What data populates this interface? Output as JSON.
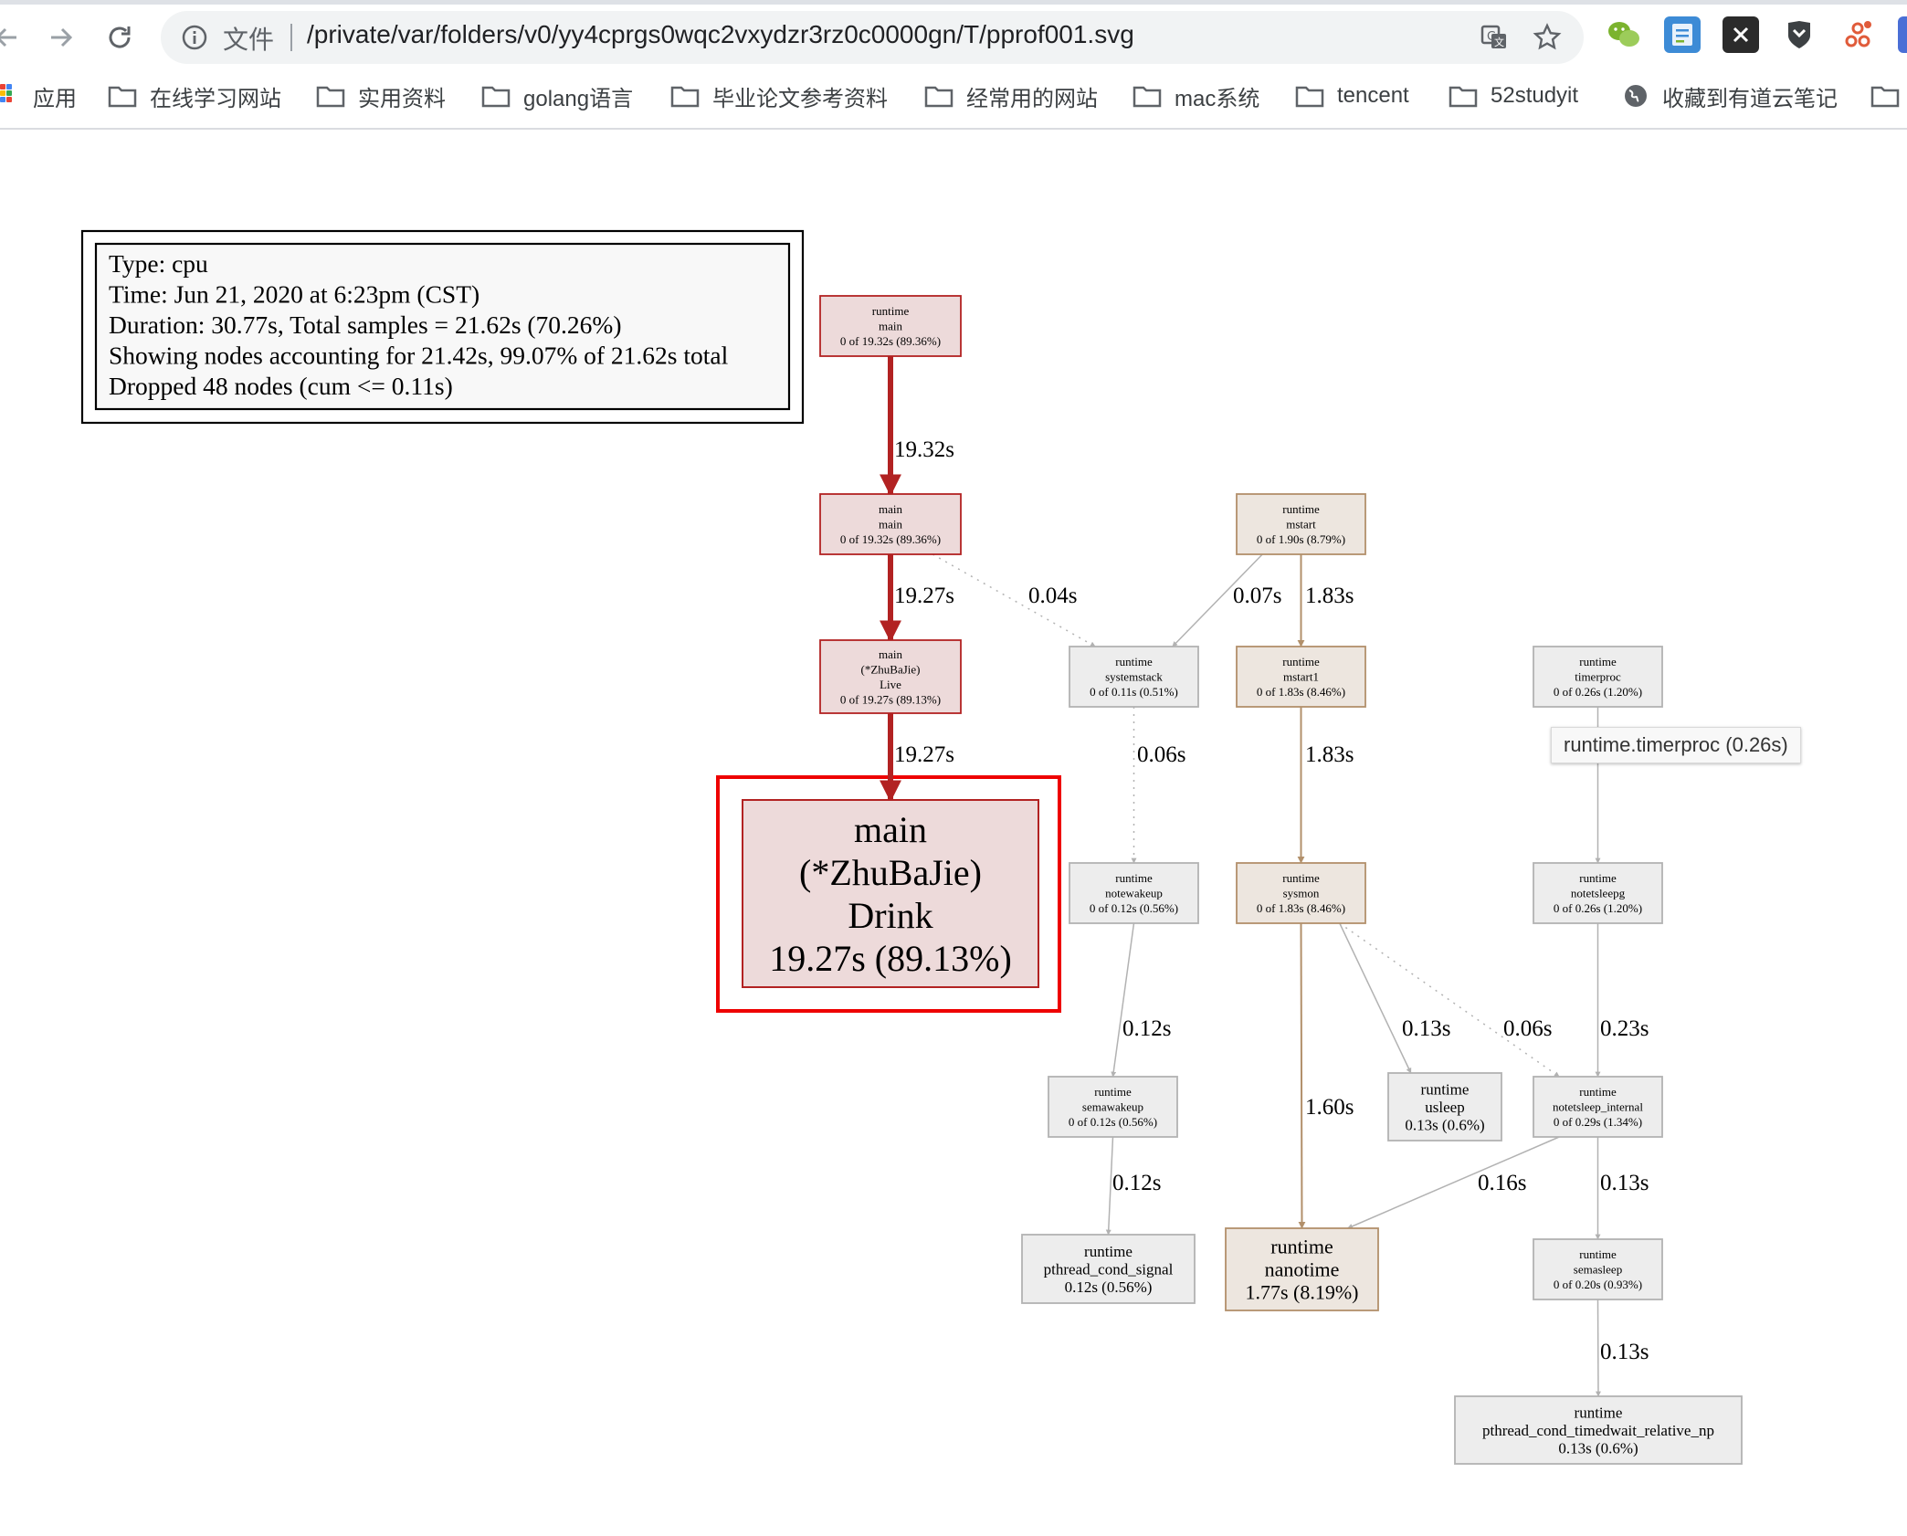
{
  "browser": {
    "info_label": "文件",
    "url": "/private/var/folders/v0/yy4cprgs0wqc2vxydzr3rz0c0000gn/T/pprof001.svg",
    "icons": [
      "back-icon",
      "forward-icon",
      "reload-icon",
      "info-icon",
      "translate-icon",
      "star-icon",
      "wechat-extension-icon",
      "notes-extension-icon",
      "x-extension-icon",
      "shield-extension-icon",
      "tool-extension-icon"
    ],
    "ext_colors": {
      "wechat": "#7bb32e",
      "notes": "#3d8bd6",
      "x": "#2b2b2b",
      "shield": "#3c4043",
      "tool": "#e05b3a"
    }
  },
  "bookmarks": [
    {
      "label": "应用",
      "type": "apps"
    },
    {
      "label": "在线学习网站",
      "type": "folder"
    },
    {
      "label": "实用资料",
      "type": "folder"
    },
    {
      "label": "golang语言",
      "type": "folder"
    },
    {
      "label": "毕业论文参考资料",
      "type": "folder"
    },
    {
      "label": "经常用的网站",
      "type": "folder"
    },
    {
      "label": "mac系统",
      "type": "folder"
    },
    {
      "label": "tencent",
      "type": "folder"
    },
    {
      "label": "52studyit",
      "type": "folder"
    },
    {
      "label": "收藏到有道云笔记",
      "type": "globe"
    }
  ],
  "legend": [
    "Type: cpu",
    "Time: Jun 21, 2020 at 6:23pm (CST)",
    "Duration: 30.77s, Total samples = 21.62s (70.26%)",
    "Showing nodes accounting for 21.42s, 99.07% of 21.62s total",
    "Dropped 48 nodes (cum <= 0.11s)"
  ],
  "nodes": [
    {
      "id": "runtime_main",
      "lines": [
        "runtime",
        "main",
        "0 of 19.32s (89.36%)"
      ]
    },
    {
      "id": "main_main",
      "lines": [
        "main",
        "main",
        "0 of 19.32s (89.36%)"
      ]
    },
    {
      "id": "zhubajie_live",
      "lines": [
        "main",
        "(*ZhuBaJie)",
        "Live",
        "0 of 19.27s (89.13%)"
      ]
    },
    {
      "id": "zhubajie_drink",
      "lines": [
        "main",
        "(*ZhuBaJie)",
        "Drink",
        "19.27s (89.13%)"
      ]
    },
    {
      "id": "runtime_mstart",
      "lines": [
        "runtime",
        "mstart",
        "0 of 1.90s (8.79%)"
      ]
    },
    {
      "id": "runtime_systemstack",
      "lines": [
        "runtime",
        "systemstack",
        "0 of 0.11s (0.51%)"
      ]
    },
    {
      "id": "runtime_mstart1",
      "lines": [
        "runtime",
        "mstart1",
        "0 of 1.83s (8.46%)"
      ]
    },
    {
      "id": "runtime_timerproc",
      "lines": [
        "runtime",
        "timerproc",
        "0 of 0.26s (1.20%)"
      ]
    },
    {
      "id": "runtime_notewakeup",
      "lines": [
        "runtime",
        "notewakeup",
        "0 of 0.12s (0.56%)"
      ]
    },
    {
      "id": "runtime_sysmon",
      "lines": [
        "runtime",
        "sysmon",
        "0 of 1.83s (8.46%)"
      ]
    },
    {
      "id": "runtime_notetsleepg",
      "lines": [
        "runtime",
        "notetsleepg",
        "0 of 0.26s (1.20%)"
      ]
    },
    {
      "id": "runtime_semawakeup",
      "lines": [
        "runtime",
        "semawakeup",
        "0 of 0.12s (0.56%)"
      ]
    },
    {
      "id": "runtime_usleep",
      "lines": [
        "runtime",
        "usleep",
        "0.13s (0.6%)"
      ]
    },
    {
      "id": "runtime_notetsleep_internal",
      "lines": [
        "runtime",
        "notetsleep_internal",
        "0 of 0.29s (1.34%)"
      ]
    },
    {
      "id": "runtime_pthread_cond_signal",
      "lines": [
        "runtime",
        "pthread_cond_signal",
        "0.12s (0.56%)"
      ]
    },
    {
      "id": "runtime_nanotime",
      "lines": [
        "runtime",
        "nanotime",
        "1.77s (8.19%)"
      ]
    },
    {
      "id": "runtime_semasleep",
      "lines": [
        "runtime",
        "semasleep",
        "0 of 0.20s (0.93%)"
      ]
    },
    {
      "id": "runtime_pthread_cond_timedwait",
      "lines": [
        "runtime",
        "pthread_cond_timedwait_relative_np",
        "0.13s (0.6%)"
      ]
    }
  ],
  "edges": [
    {
      "from": "runtime_main",
      "to": "main_main",
      "label": "19.32s"
    },
    {
      "from": "main_main",
      "to": "zhubajie_live",
      "label": "19.27s"
    },
    {
      "from": "main_main",
      "to": "runtime_systemstack",
      "label": "0.04s"
    },
    {
      "from": "zhubajie_live",
      "to": "zhubajie_drink",
      "label": "19.27s"
    },
    {
      "from": "runtime_mstart",
      "to": "runtime_systemstack",
      "label": "0.07s"
    },
    {
      "from": "runtime_mstart",
      "to": "runtime_mstart1",
      "label": "1.83s"
    },
    {
      "from": "runtime_systemstack",
      "to": "runtime_notewakeup",
      "label": "0.06s"
    },
    {
      "from": "runtime_mstart1",
      "to": "runtime_sysmon",
      "label": "1.83s"
    },
    {
      "from": "runtime_timerproc",
      "to": "runtime_notetsleepg",
      "label": ""
    },
    {
      "from": "runtime_notewakeup",
      "to": "runtime_semawakeup",
      "label": "0.12s"
    },
    {
      "from": "runtime_sysmon",
      "to": "runtime_usleep",
      "label": "0.13s"
    },
    {
      "from": "runtime_sysmon",
      "to": "runtime_notetsleep_internal",
      "label": "0.06s"
    },
    {
      "from": "runtime_sysmon",
      "to": "runtime_nanotime",
      "label": "1.60s"
    },
    {
      "from": "runtime_notetsleepg",
      "to": "runtime_notetsleep_internal",
      "label": "0.23s"
    },
    {
      "from": "runtime_semawakeup",
      "to": "runtime_pthread_cond_signal",
      "label": "0.12s"
    },
    {
      "from": "runtime_notetsleep_internal",
      "to": "runtime_nanotime",
      "label": "0.16s"
    },
    {
      "from": "runtime_notetsleep_internal",
      "to": "runtime_semasleep",
      "label": "0.13s"
    },
    {
      "from": "runtime_semasleep",
      "to": "runtime_pthread_cond_timedwait",
      "label": "0.13s"
    }
  ],
  "tooltip": "runtime.timerproc (0.26s)",
  "colors": {
    "hot_fill": "#eddada",
    "hot_stroke": "#b22222",
    "hot_edge": "#b22222",
    "warm_fill": "#ede6df",
    "warm_stroke": "#b2906b",
    "warm_edge": "#b2906b",
    "cool_fill": "#ededed",
    "cool_stroke": "#b2b2b2",
    "cool_edge": "#b2b2b2",
    "focus": "#ee0000"
  }
}
